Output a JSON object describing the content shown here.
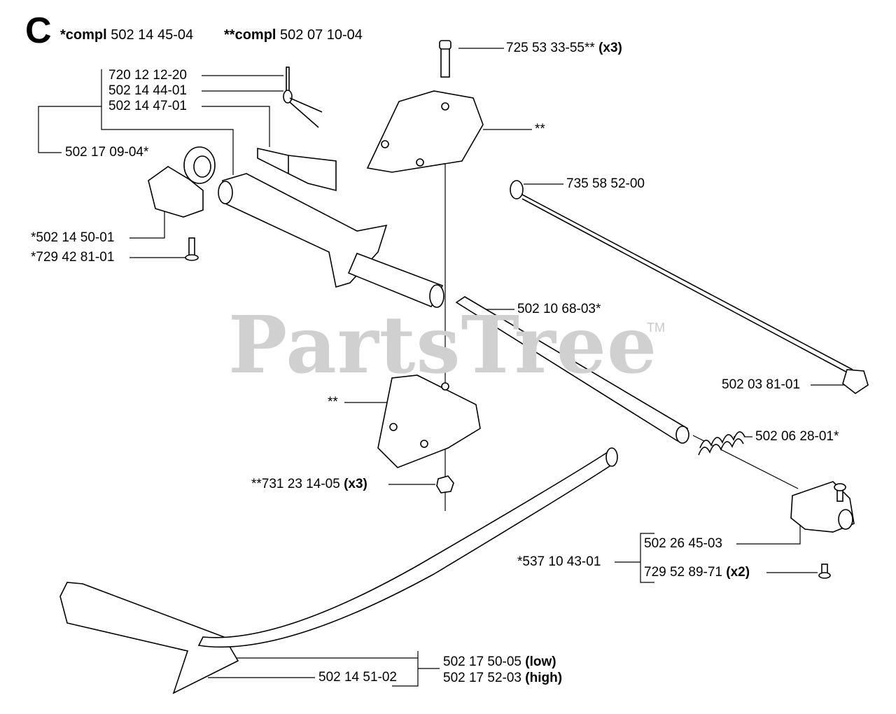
{
  "section_letter": "C",
  "header": {
    "compl1_prefix": "*compl",
    "compl1_number": "502 14 45-04",
    "compl2_prefix": "**compl",
    "compl2_number": "502 07 10-04"
  },
  "watermark": {
    "text": "PartsTree",
    "tm": "TM"
  },
  "parts": {
    "p1": {
      "number": "720 12 12-20"
    },
    "p2": {
      "number": "502 14 44-01"
    },
    "p3": {
      "number": "502 14 47-01"
    },
    "p4": {
      "number": "502 17 09-04*"
    },
    "p5": {
      "number": "*502 14 50-01"
    },
    "p6": {
      "number": "*729 42 81-01"
    },
    "p7": {
      "number": "725 53 33-55**",
      "qty": "(x3)"
    },
    "p8": {
      "number": "**"
    },
    "p9": {
      "number": "735 58 52-00"
    },
    "p10": {
      "number": "502 10 68-03*"
    },
    "p11": {
      "number": "502 03 81-01"
    },
    "p12": {
      "number": "**"
    },
    "p13": {
      "number": "502 06 28-01*"
    },
    "p14": {
      "number": "**731 23 14-05",
      "qty": "(x3)"
    },
    "p15": {
      "number": "502 26 45-03"
    },
    "p16": {
      "number": "*537 10 43-01"
    },
    "p17": {
      "number": "729 52 89-71",
      "qty": "(x2)"
    },
    "p18": {
      "number": "502 17 50-05",
      "qty": "(low)"
    },
    "p19": {
      "number": "502 17 52-03",
      "qty": "(high)"
    },
    "p20": {
      "number": "502 14 51-02"
    }
  }
}
